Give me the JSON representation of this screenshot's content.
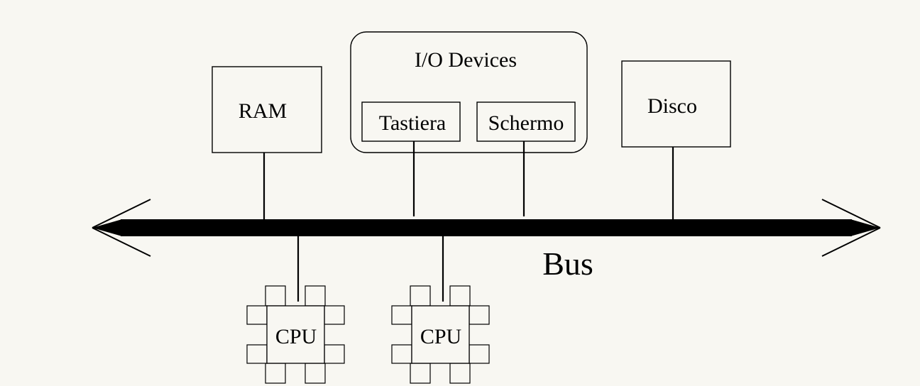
{
  "diagram": {
    "bus_label": "Bus",
    "ram_label": "RAM",
    "io_group_label": "I/O Devices",
    "keyboard_label": "Tastiera",
    "screen_label": "Schermo",
    "disk_label": "Disco",
    "cpus": [
      {
        "label": "CPU"
      },
      {
        "label": "CPU"
      }
    ]
  },
  "colors": {
    "background": "#f8f7f2",
    "ink": "#000000"
  }
}
